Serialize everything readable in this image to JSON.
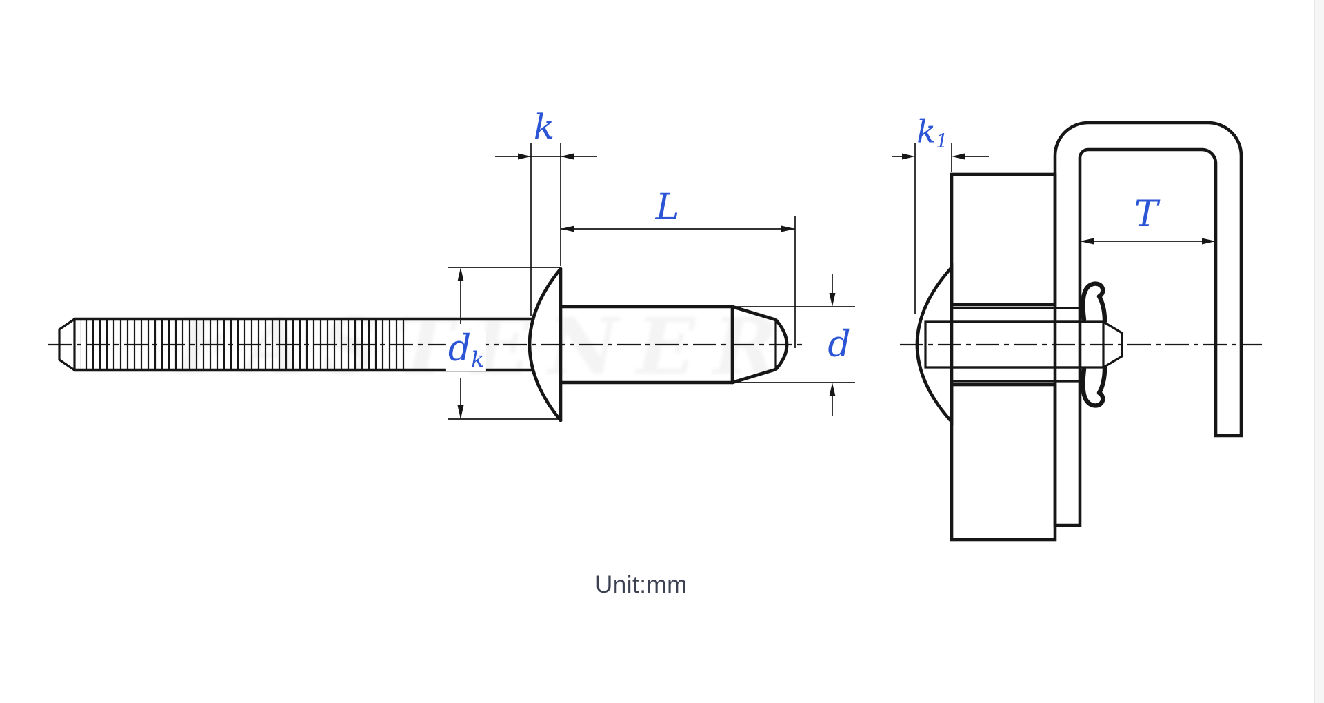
{
  "unit_label": "Unit:mm",
  "watermark_text": "FASTENER",
  "colors": {
    "dimension_blue": "#2b55d4",
    "drawing_black": "#161616",
    "unit_text_color": "#3b4151"
  },
  "left_view": {
    "description": "blind rivet side view with knurled mandrel, button head and body",
    "dim_head_height": "k",
    "dim_body_length": "L",
    "dim_head_dia_base": "d",
    "dim_head_dia_sub": "k",
    "dim_body_dia": "d"
  },
  "right_view": {
    "description": "installed rivet cross-section clamping plate and channel bracket",
    "dim_installed_head_base": "k",
    "dim_installed_head_sub": "1",
    "dim_grip_width": "T"
  }
}
